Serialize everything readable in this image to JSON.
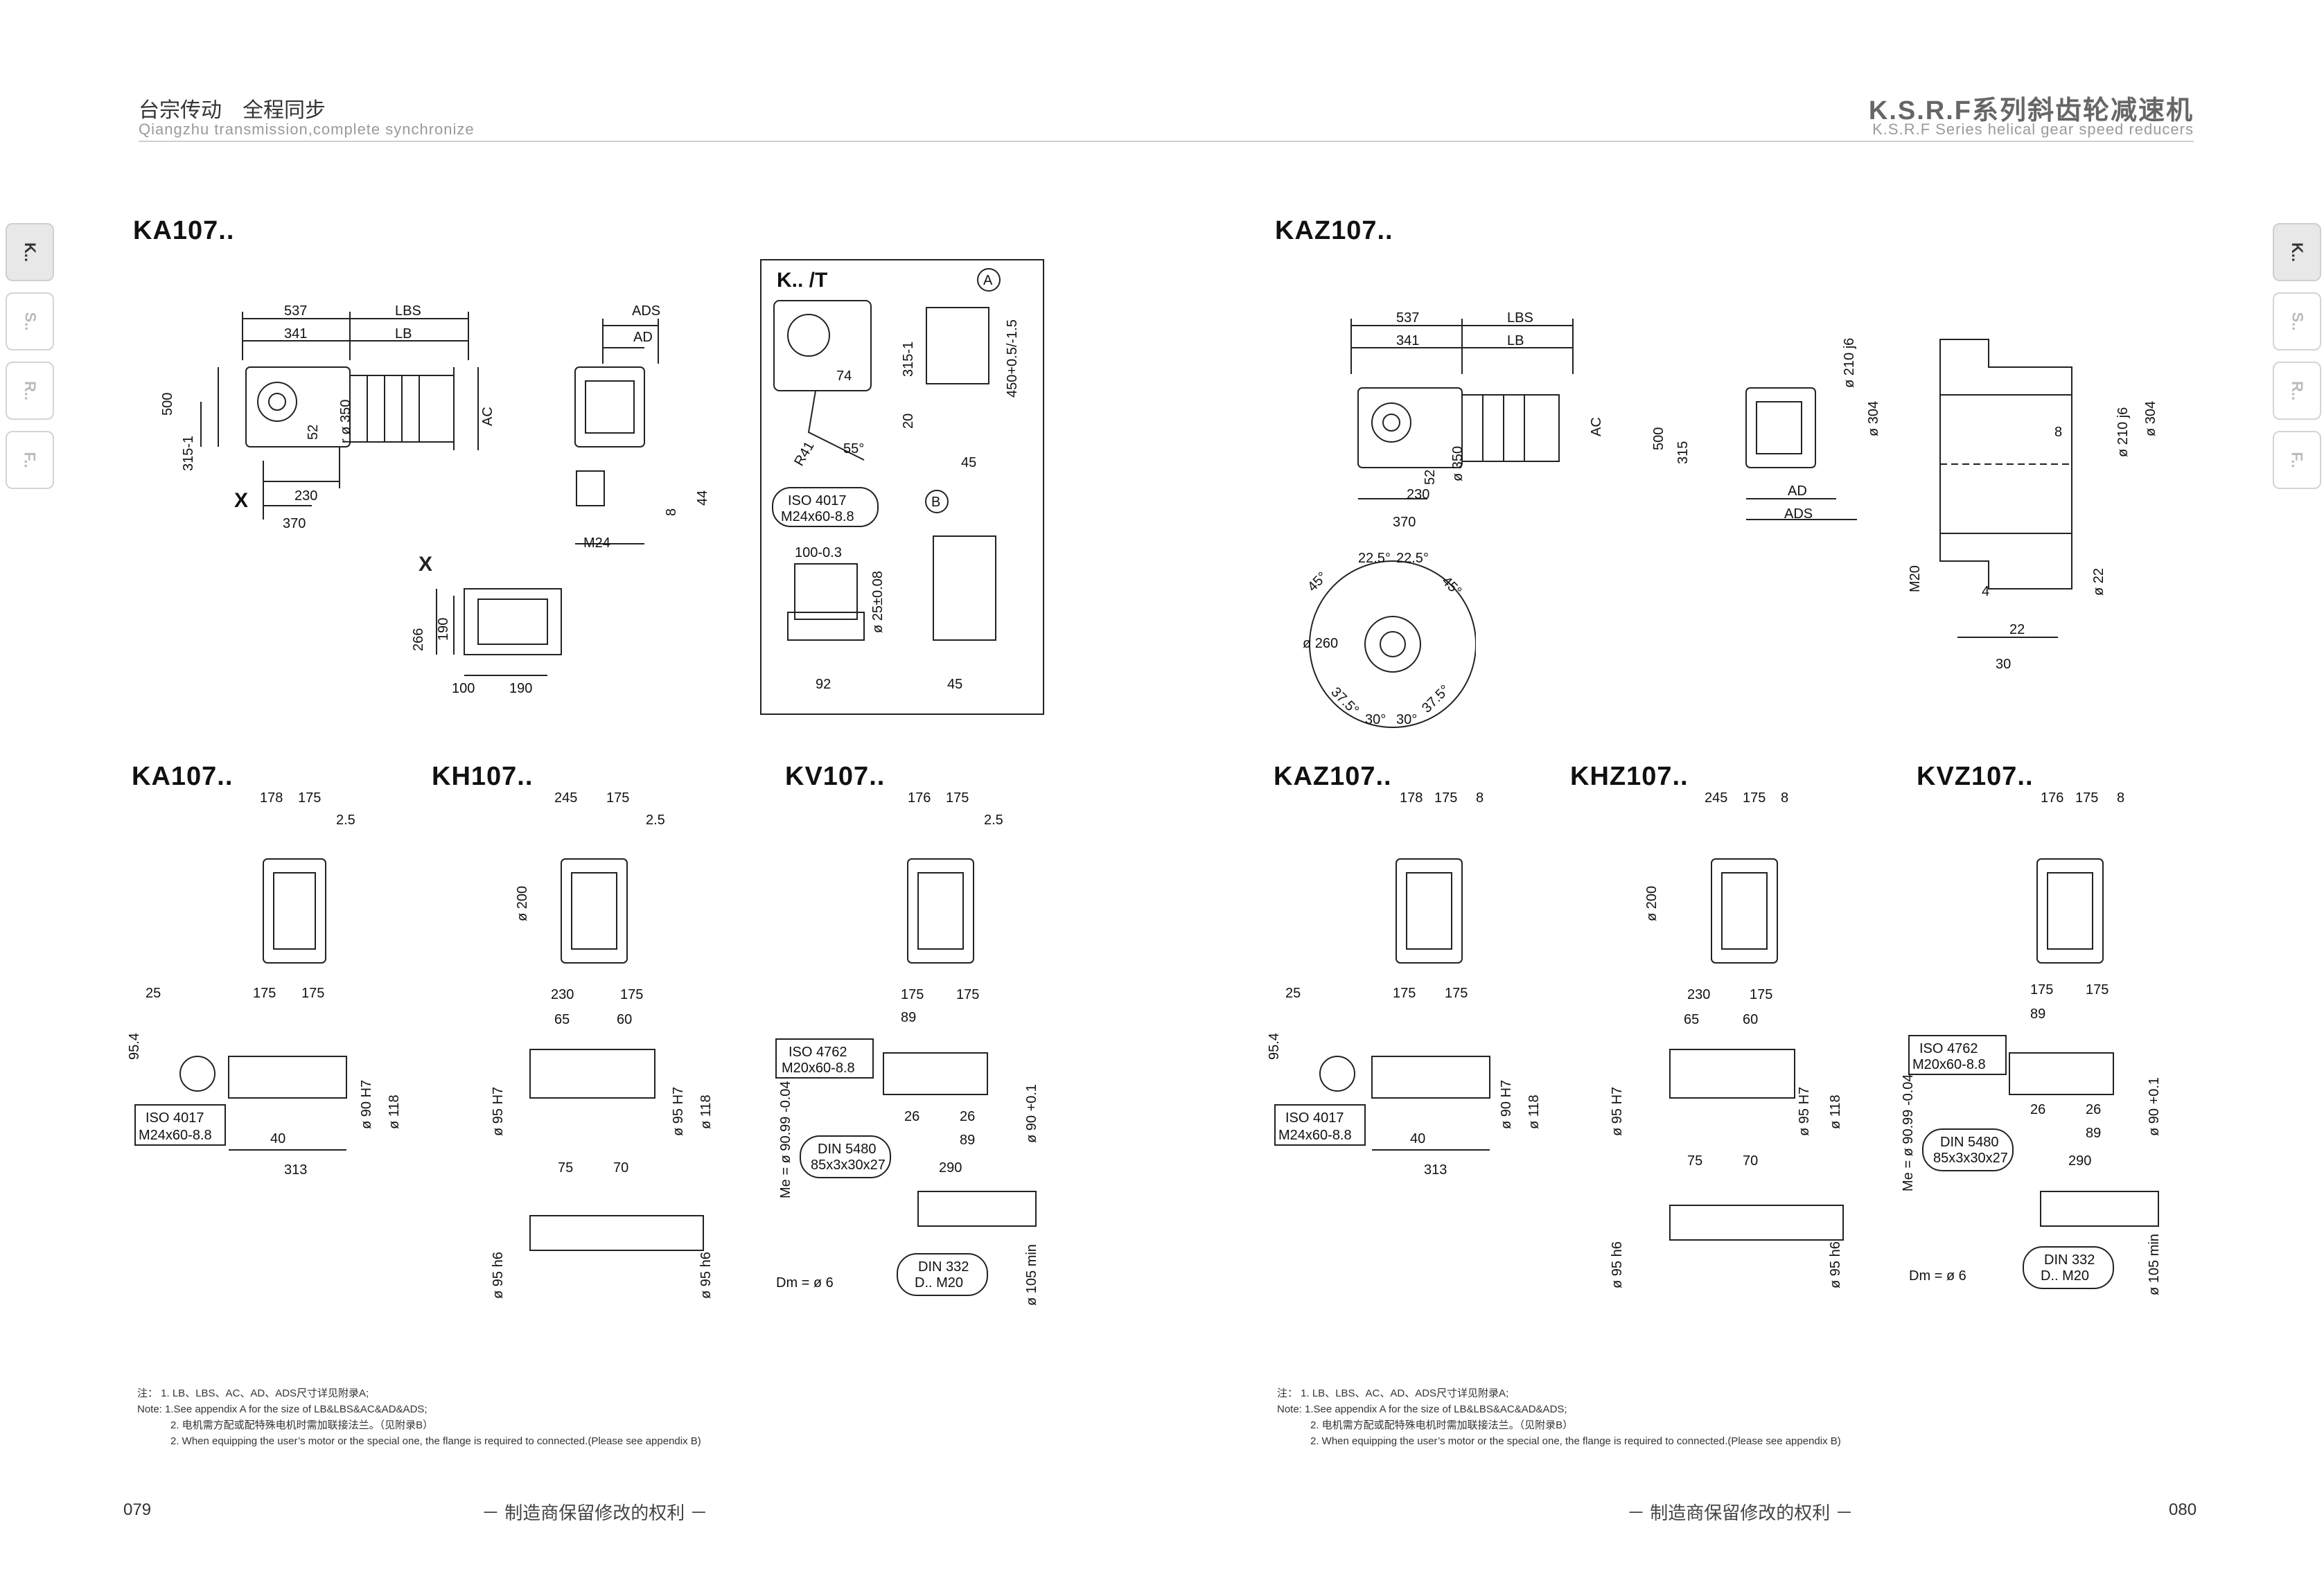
{
  "header": {
    "left_cn": "台宗传动　全程同步",
    "left_en": "Qiangzhu transmission,complete synchronize",
    "right_cn": "K.S.R.F系列斜齿轮减速机",
    "right_en": "K.S.R.F Series helical gear speed reducers"
  },
  "side_tabs": [
    "K..",
    "S..",
    "R..",
    "F.."
  ],
  "left_page": {
    "top_model": "KA107..",
    "kt_box": {
      "title": "K.. /T",
      "circle_a": "A",
      "circle_b": "B",
      "iso": "ISO 4017",
      "iso_spec": "M24x60-8.8",
      "dims": [
        "74",
        "R41",
        "55°",
        "315-1",
        "20",
        "450+0.5/-1.5",
        "45",
        "100-0.3",
        "ø 25±0.08",
        "92",
        "45"
      ]
    },
    "main_dims": [
      "537",
      "LBS",
      "341",
      "LB",
      "500",
      "315-1",
      "52",
      "r ø 350",
      "AC",
      "230",
      "370",
      "X",
      "ADS",
      "AD",
      "44",
      "8",
      "M24"
    ],
    "x_view": {
      "label": "X",
      "dims": [
        "266",
        "190",
        "100",
        "190"
      ]
    },
    "bottom_models": [
      "KA107..",
      "KH107..",
      "KV107.."
    ],
    "ka_dims": [
      "178",
      "175",
      "2.5",
      "25",
      "175",
      "175",
      "95.4",
      "ISO 4017",
      "M24x60-8.8",
      "40",
      "ø 90 H7",
      "ø 118",
      "313"
    ],
    "kh_dims": [
      "245",
      "175",
      "2.5",
      "ø 200",
      "230",
      "175",
      "65",
      "60",
      "ø 95 H7",
      "ø 95 H7",
      "ø 118",
      "75",
      "70",
      "ø 95 h6",
      "ø 95 h6"
    ],
    "kv_dims": [
      "176",
      "175",
      "2.5",
      "175",
      "175",
      "89",
      "ISO 4762",
      "M20x60-8.8",
      "26",
      "26",
      "89",
      "ø 90 +0.1",
      "Me = ø 90.99 -0.04",
      "DIN 5480",
      "85x3x30x27",
      "290",
      "Dm = ø 6",
      "DIN 332",
      "D.. M20",
      "ø 105 min"
    ],
    "page_number": "079"
  },
  "right_page": {
    "top_model": "KAZ107..",
    "main_dims": [
      "537",
      "LBS",
      "341",
      "LB",
      "500",
      "315",
      "52",
      "ø 350",
      "AC",
      "230",
      "370",
      "ø 210 j6",
      "ø 304",
      "AD",
      "ADS"
    ],
    "flange_dims": [
      "45°",
      "22.5°",
      "22.5°",
      "45°",
      "ø 260",
      "37.5°",
      "30°",
      "30°",
      "37.5°"
    ],
    "section_dims": [
      "8",
      "ø 210 j6",
      "ø 304",
      "M20",
      "4",
      "ø 22",
      "22",
      "30"
    ],
    "bottom_models": [
      "KAZ107..",
      "KHZ107..",
      "KVZ107.."
    ],
    "kaz_dims": [
      "178",
      "175",
      "8",
      "25",
      "175",
      "175",
      "95.4",
      "ISO 4017",
      "M24x60-8.8",
      "40",
      "ø 90 H7",
      "ø 118",
      "313"
    ],
    "khz_dims": [
      "245",
      "175",
      "8",
      "ø 200",
      "230",
      "175",
      "65",
      "60",
      "ø 95 H7",
      "ø 95 H7",
      "ø 118",
      "75",
      "70",
      "ø 95 h6",
      "ø 95 h6"
    ],
    "kvz_dims": [
      "176",
      "175",
      "8",
      "175",
      "175",
      "89",
      "ISO 4762",
      "M20x60-8.8",
      "26",
      "26",
      "89",
      "ø 90 +0.1",
      "Me = ø 90.99 -0.04",
      "DIN 5480",
      "85x3x30x27",
      "290",
      "Dm = ø 6",
      "DIN 332",
      "D.. M20",
      "ø 105 min"
    ],
    "page_number": "080"
  },
  "notes": {
    "line1": "注：  1. LB、LBS、AC、AD、ADS尺寸详见附录A;",
    "line2": "Note: 1.See appendix A for the size of LB&LBS&AC&AD&ADS;",
    "line3": "2. 电机需方配或配特殊电机时需加联接法兰。（见附录B）",
    "line4": "2. When equipping the user’s motor or the special one, the flange is required to connected.(Please see appendix B)"
  },
  "footer_rights": "－ 制造商保留修改的权利 －"
}
